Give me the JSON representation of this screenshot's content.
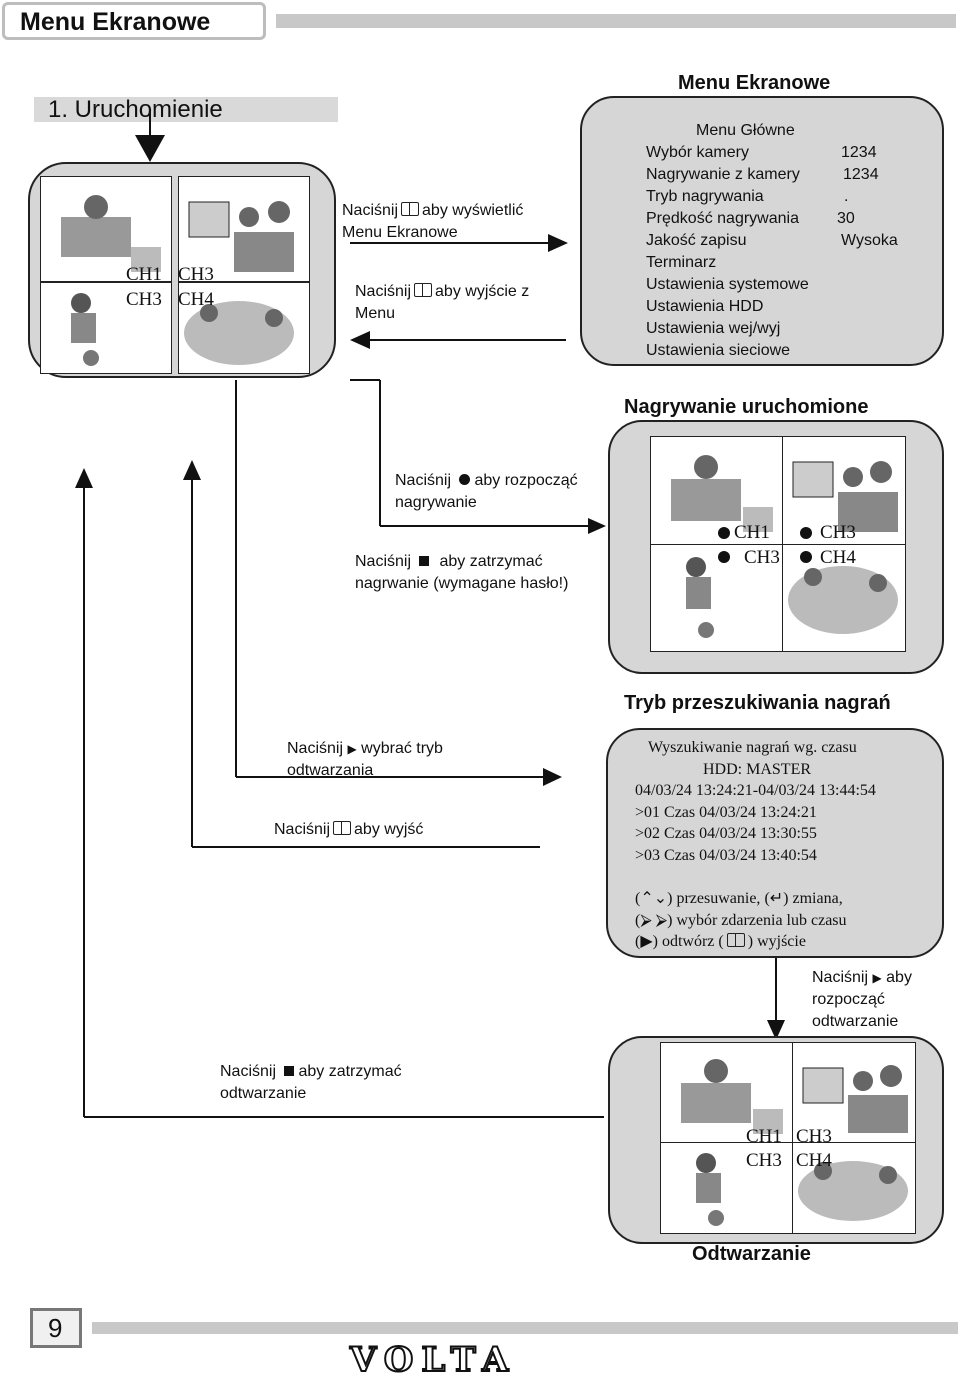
{
  "header": {
    "title": "Menu Ekranowe"
  },
  "section": {
    "title": "1. Uruchomienie"
  },
  "channels": {
    "ch1": "CH1",
    "ch2": "CH3",
    "ch3": "CH3",
    "ch4": "CH4"
  },
  "step1": {
    "show_menu_pre": "Naciśnij",
    "show_menu_post": "aby wyświetlić",
    "show_menu_line2": "Menu Ekranowe",
    "exit_menu_pre": "Naciśnij",
    "exit_menu_post": "aby wyjście z",
    "exit_menu_line2": "Menu"
  },
  "menu_panel": {
    "title": "Menu Ekranowe",
    "heading": "Menu Główne",
    "rows": [
      {
        "label": "Wybór kamery",
        "value": "1234"
      },
      {
        "label": "Nagrywanie z kamery",
        "value": "1234"
      },
      {
        "label": "Tryb nagrywania",
        "value": "."
      },
      {
        "label": "Prędkość nagrywania",
        "value": "30"
      },
      {
        "label": "Jakość zapisu",
        "value": "Wysoka"
      },
      {
        "label": "Terminarz",
        "value": ""
      },
      {
        "label": "Ustawienia systemowe",
        "value": ""
      },
      {
        "label": "Ustawienia HDD",
        "value": ""
      },
      {
        "label": "Ustawienia wej/wyj",
        "value": ""
      },
      {
        "label": "Ustawienia sieciowe",
        "value": ""
      }
    ]
  },
  "recording": {
    "title": "Nagrywanie uruchomione",
    "start_pre": "Naciśnij",
    "start_post": "aby rozpocząć",
    "start_line2": "nagrywanie",
    "stop_pre": "Naciśnij",
    "stop_post": "aby zatrzymać",
    "stop_line2": "nagrwanie (wymagane hasło!)"
  },
  "search": {
    "title": "Tryb przeszukiwania nagrań",
    "choose_pre": "Naciśnij",
    "choose_post": "wybrać tryb",
    "choose_line2": "odtwarzania",
    "exit_pre": "Naciśnij",
    "exit_post": "aby wyjść",
    "lines": [
      "Wyszukiwanie nagrań wg. czasu",
      "HDD: MASTER",
      "04/03/24 13:24:21-04/03/24 13:44:54",
      ">01 Czas 04/03/24 13:24:21",
      ">02 Czas 04/03/24 13:30:55",
      ">03 Czas 04/03/24 13:40:54"
    ],
    "help_move": "przesuwanie,",
    "help_change": "zmiana,",
    "help_select": "wybór zdarzenia lub czasu",
    "help_play": "odtwórz",
    "help_exit": "wyjście"
  },
  "playback": {
    "title": "Odtwarzanie",
    "start_pre": "Naciśnij",
    "start_post": "aby",
    "start_line2": "rozpocząć",
    "start_line3": "odtwarzanie",
    "stop_pre": "Naciśnij",
    "stop_post": "aby zatrzymać",
    "stop_line2": "odtwarzanie"
  },
  "footer": {
    "page_number": "9",
    "logo": "VOLTA"
  },
  "icons": [
    "book-icon",
    "record-dot-icon",
    "stop-square-icon",
    "play-triangle-icon",
    "arrow-icons"
  ]
}
